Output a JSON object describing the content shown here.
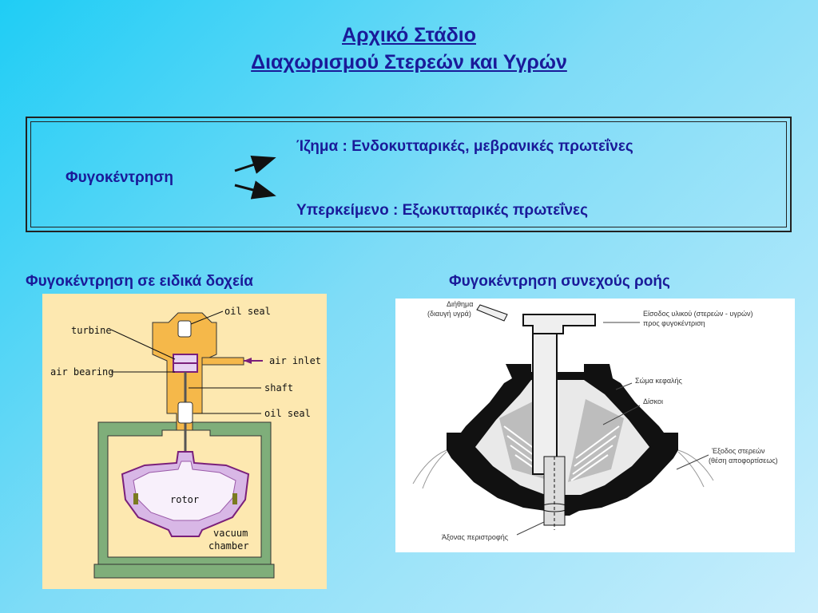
{
  "title": {
    "line1": "Αρχικό Στάδιο",
    "line2": "Διαχωρισμού Στερεών και Υγρών"
  },
  "box": {
    "source": "Φυγοκέντρηση",
    "sediment": "Ίζημα : Ενδοκυτταρικές, μεβρανικές πρωτεΐνες",
    "supernatant": "Υπερκείμενο : Εξωκυτταρικές πρωτεΐνες"
  },
  "captions": {
    "left": "Φυγοκέντρηση σε ειδικά δοχεία",
    "right": "Φυγοκέντρηση συνεχούς ροής"
  },
  "left_figure": {
    "oil_seal_top": "oil seal",
    "turbine": "turbine",
    "air_inlet": "air inlet",
    "air_bearing": "air bearing",
    "shaft": "shaft",
    "oil_seal_bottom": "oil seal",
    "rotor": "rotor",
    "vacuum": "vacuum",
    "chamber": "chamber"
  },
  "right_figure": {
    "filtrate_1": "Διήθημα",
    "filtrate_2": "(διαυγή υγρά)",
    "inlet_1": "Είσοδος υλικού (στερεών - υγρών)",
    "inlet_2": "προς φυγοκέντριση",
    "head": "Σώμα κεφαλής",
    "discs": "Δίσκοι",
    "solids_out_1": "Έξοδος στερεών",
    "solids_out_2": "(θέση αποφορτίσεως)",
    "axis": "Άξονας περιστροφής"
  },
  "colors": {
    "text": "#1a1a99",
    "panel_yellow": "#fde8b0",
    "housing_green": "#7fae7a",
    "housing_orange": "#f5b84a"
  }
}
